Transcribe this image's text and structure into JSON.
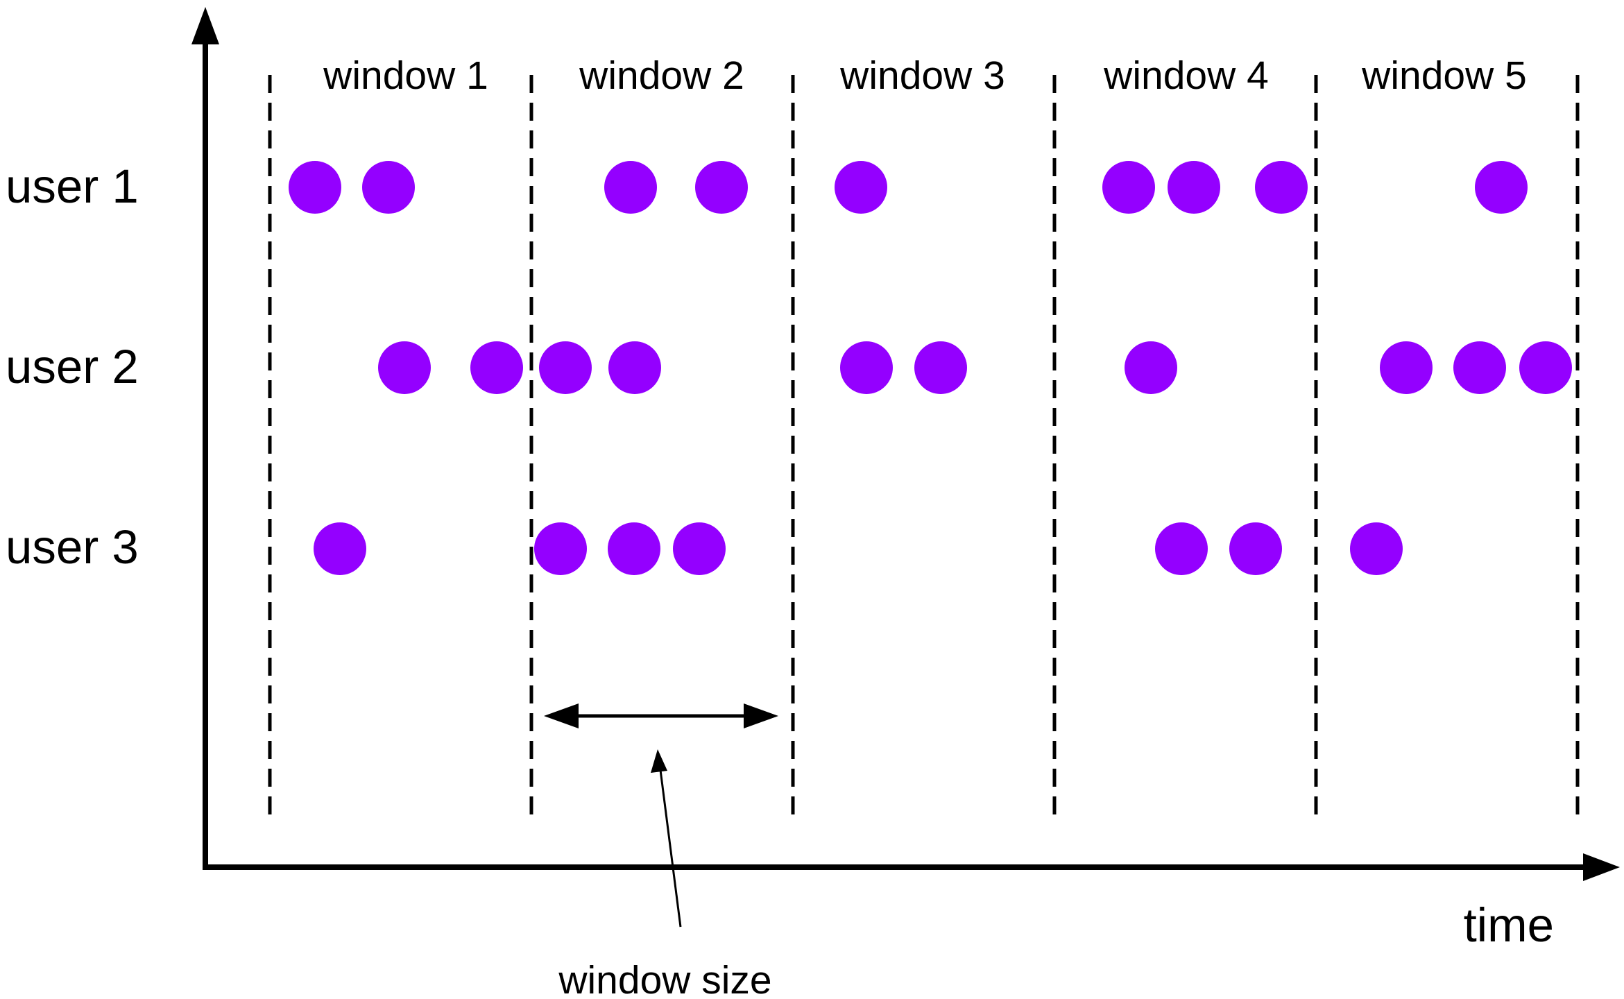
{
  "diagram": {
    "user_labels": [
      "user 1",
      "user 2",
      "user 3"
    ],
    "window_labels": [
      "window 1",
      "window 2",
      "window 3",
      "window 4",
      "window 5"
    ],
    "x_axis_label": "time",
    "window_size_label": "window size",
    "colors": {
      "event": "#9400ff",
      "line": "#000000"
    },
    "events": [
      {
        "user": "user 1",
        "window": "window 1",
        "count": 2
      },
      {
        "user": "user 1",
        "window": "window 2",
        "count": 2
      },
      {
        "user": "user 1",
        "window": "window 3",
        "count": 1
      },
      {
        "user": "user 1",
        "window": "window 4",
        "count": 3
      },
      {
        "user": "user 1",
        "window": "window 5",
        "count": 1
      },
      {
        "user": "user 2",
        "window": "window 1",
        "count": 2
      },
      {
        "user": "user 2",
        "window": "window 2",
        "count": 2
      },
      {
        "user": "user 2",
        "window": "window 3",
        "count": 2
      },
      {
        "user": "user 2",
        "window": "window 4",
        "count": 1
      },
      {
        "user": "user 2",
        "window": "window 5",
        "count": 3
      },
      {
        "user": "user 3",
        "window": "window 1",
        "count": 1
      },
      {
        "user": "user 3",
        "window": "window 2",
        "count": 3
      },
      {
        "user": "user 3",
        "window": "window 4",
        "count": 2
      },
      {
        "user": "user 3",
        "window": "window 5",
        "count": 1
      }
    ]
  }
}
